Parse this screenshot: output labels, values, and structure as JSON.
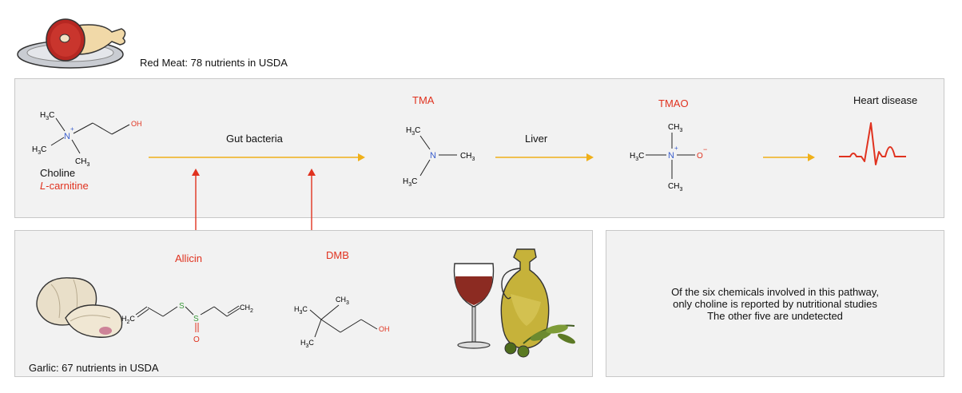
{
  "header": {
    "red_meat_caption": "Red Meat: 78 nutrients in USDA"
  },
  "pathway": {
    "choline_label": "Choline",
    "carnitine_label_prefix": "L",
    "carnitine_label_suffix": "-carnitine",
    "gut_bacteria_label": "Gut bacteria",
    "tma_label": "TMA",
    "liver_label": "Liver",
    "tmao_label": "TMAO",
    "heart_disease_label": "Heart disease"
  },
  "inhibitors": {
    "allicin_label": "Allicin",
    "dmb_label": "DMB",
    "garlic_caption": "Garlic: 67 nutrients in USDA"
  },
  "note": {
    "line1": "Of the six chemicals involved in this pathway, only choline is reported by nutritional studies",
    "line2": "The other five are undetected"
  },
  "colors": {
    "accent_red": "#e0321f",
    "arrow_orange": "#f0b019",
    "nitrogen_blue": "#3a5fcd",
    "oxygen_red": "#e0321f",
    "sulfur_green": "#3a9a3a",
    "panel_bg": "#f2f2f2"
  },
  "icons": [
    "ham-on-plate-icon",
    "heartbeat-icon",
    "garlic-icon",
    "wine-glass-icon",
    "olive-oil-jug-icon"
  ]
}
